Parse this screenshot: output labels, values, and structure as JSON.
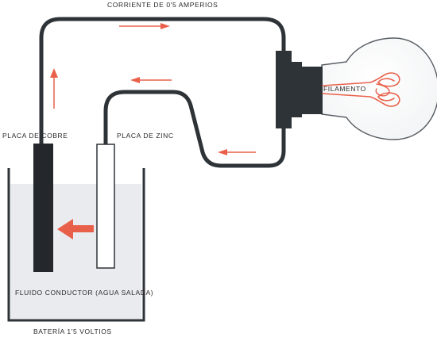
{
  "labels": {
    "current": "CORRIENTE DE 0'5 AMPERIOS",
    "copper_plate": "PLACA DE COBRE",
    "zinc_plate": "PLACA DE ZINC",
    "filament": "FILAMENTO",
    "fluid": "FLUIDO CONDUCTOR (AGUA SALADA)",
    "battery": "BATERÍA 1'5 VOLTIOS"
  },
  "colors": {
    "wire": "#2e3338",
    "arrow": "#e8604a",
    "fluid": "#e9ebee",
    "copper_plate": "#24282c",
    "zinc_plate": "#ffffff"
  }
}
